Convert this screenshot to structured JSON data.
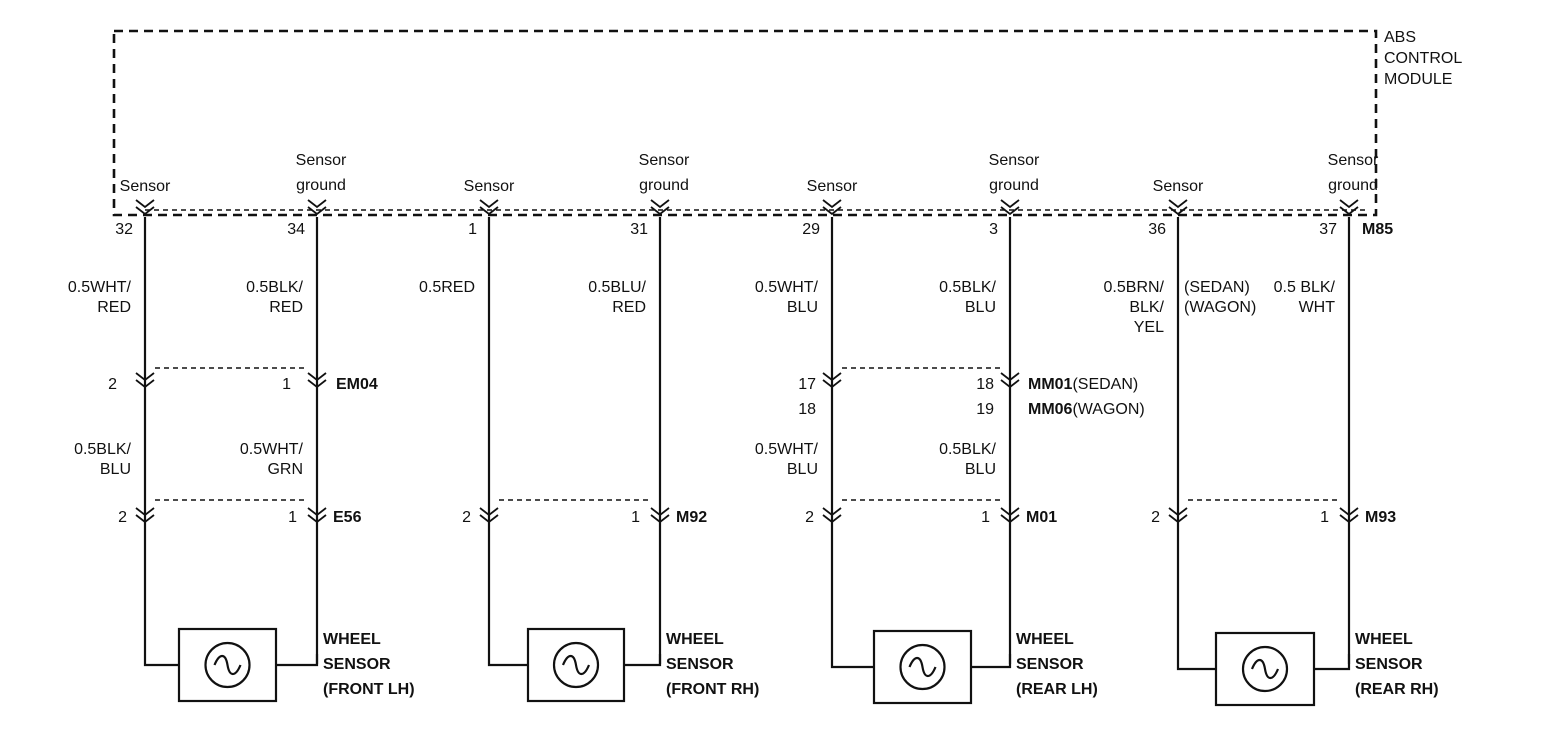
{
  "module": {
    "label_lines": [
      "ABS",
      "CONTROL",
      "MODULE"
    ],
    "connector": "M85"
  },
  "terminals": [
    {
      "id": "sensor-fl",
      "label": [
        "Sensor"
      ],
      "pin": "32",
      "wire": [
        "0.5WHT/",
        "RED"
      ]
    },
    {
      "id": "ground-fl",
      "label": [
        "Sensor",
        "ground"
      ],
      "pin": "34",
      "wire": [
        "0.5BLK/",
        "RED"
      ]
    },
    {
      "id": "sensor-fr",
      "label": [
        "Sensor"
      ],
      "pin": "1",
      "wire": [
        "0.5RED"
      ]
    },
    {
      "id": "ground-fr",
      "label": [
        "Sensor",
        "ground"
      ],
      "pin": "31",
      "wire": [
        "0.5BLU/",
        "RED"
      ]
    },
    {
      "id": "sensor-rl",
      "label": [
        "Sensor"
      ],
      "pin": "29",
      "wire": [
        "0.5WHT/",
        "BLU"
      ]
    },
    {
      "id": "ground-rl",
      "label": [
        "Sensor",
        "ground"
      ],
      "pin": "3",
      "wire": [
        "0.5BLK/",
        "BLU"
      ]
    },
    {
      "id": "sensor-rr",
      "label": [
        "Sensor"
      ],
      "pin": "36",
      "wire": [
        "0.5BRN/",
        "BLK/",
        "YEL"
      ]
    },
    {
      "id": "ground-rr",
      "label": [
        "Sensor",
        "ground"
      ],
      "pin": "37",
      "wire": [
        "0.5 BLK/",
        "WHT"
      ]
    }
  ],
  "rr_wire_note": [
    "(SEDAN)",
    "(WAGON)"
  ],
  "intermediate": {
    "em04": {
      "name": "EM04",
      "left_pin": "2",
      "right_pin": "1",
      "left_wire": [
        "0.5BLK/",
        "BLU"
      ],
      "right_wire": [
        "0.5WHT/",
        "GRN"
      ]
    },
    "mm": {
      "name1": "MM01",
      "note1": "(SEDAN)",
      "name2": "MM06",
      "note2": "(WAGON)",
      "left_pins": [
        "17",
        "18"
      ],
      "right_pins": [
        "18",
        "19"
      ],
      "left_wire": [
        "0.5WHT/",
        "BLU"
      ],
      "right_wire": [
        "0.5BLK/",
        "BLU"
      ]
    }
  },
  "sensor_connectors": [
    {
      "name": "E56",
      "left_pin": "2",
      "right_pin": "1"
    },
    {
      "name": "M92",
      "left_pin": "2",
      "right_pin": "1"
    },
    {
      "name": "M01",
      "left_pin": "2",
      "right_pin": "1"
    },
    {
      "name": "M93",
      "left_pin": "2",
      "right_pin": "1"
    }
  ],
  "wheel_sensors": [
    {
      "lines": [
        "WHEEL",
        "SENSOR",
        "(FRONT LH)"
      ]
    },
    {
      "lines": [
        "WHEEL",
        "SENSOR",
        "(FRONT RH)"
      ]
    },
    {
      "lines": [
        "WHEEL",
        "SENSOR",
        "(REAR LH)"
      ]
    },
    {
      "lines": [
        "WHEEL",
        "SENSOR",
        "(REAR RH)"
      ]
    }
  ]
}
